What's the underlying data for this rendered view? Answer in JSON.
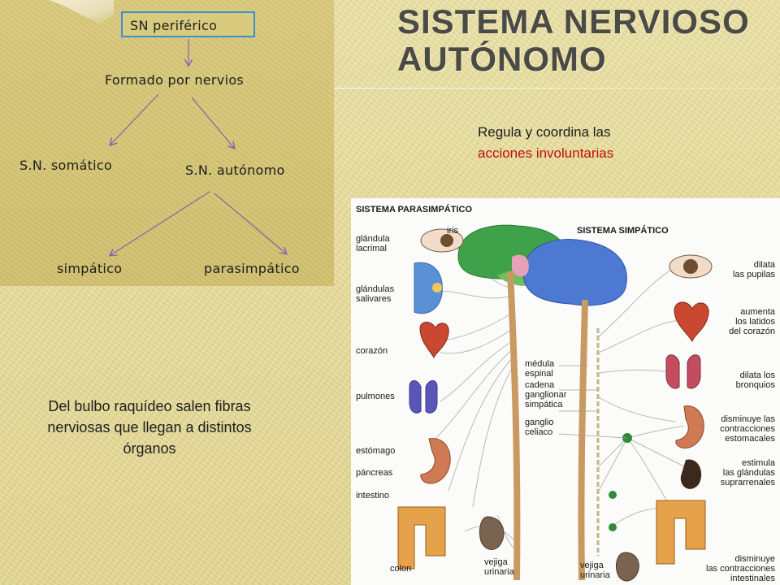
{
  "title": {
    "line1": "SISTEMA NERVIOSO",
    "line2": "AUTÓNOMO"
  },
  "concept_map": {
    "root": "SN periférico",
    "formado": "Formado por nervios",
    "somatico": "S.N. somático",
    "autonomo": "S.N. autónomo",
    "simpatico": "simpático",
    "parasimpatico": "parasimpático"
  },
  "regula": {
    "line1": "Regula y coordina las",
    "line2": "acciones involuntarias"
  },
  "bulbo_text": "Del bulbo raquídeo salen fibras nerviosas que llegan a distintos órganos",
  "figure": {
    "parasimpatico_header": "SISTEMA PARASIMPÁTICO",
    "simpatico_header": "SISTEMA SIMPÁTICO",
    "left_labels": {
      "iris": "iris",
      "lacrimal": "glándula\nlacrimal",
      "salivares": "glándulas\nsalivares",
      "corazon": "corazón",
      "pulmones": "pulmones",
      "estomago": "estómago",
      "pancreas": "páncreas",
      "intestino": "intestino",
      "colon": "colon",
      "vejiga_left": "vejiga\nurinaria"
    },
    "center_labels": {
      "medula": "médula\nespinal",
      "cadena": "cadena\nganglionar\nsimpática",
      "ganglio": "ganglio\nceliaco",
      "vejiga_center": "vejiga\nurinaria"
    },
    "right_labels": {
      "pupilas": "dilata\nlas pupilas",
      "latidos": "aumenta\nlos latidos\ndel corazón",
      "bronquios": "dilata los\nbronquios",
      "contracciones": "disminuye las\ncontracciones\nestomacales",
      "suprarrenales": "estimula\nlas glándulas\nsuprarrenales",
      "intestinales": "disminuye\nlas contracciones\nintestinales"
    }
  },
  "colors": {
    "title": "#4a4a46",
    "highlight_red": "#c00d0d",
    "root_border": "#3b8fd0",
    "arrow_purple": "#8a5fb0",
    "panel": "#d6c777",
    "background": "#e7dc9a"
  }
}
